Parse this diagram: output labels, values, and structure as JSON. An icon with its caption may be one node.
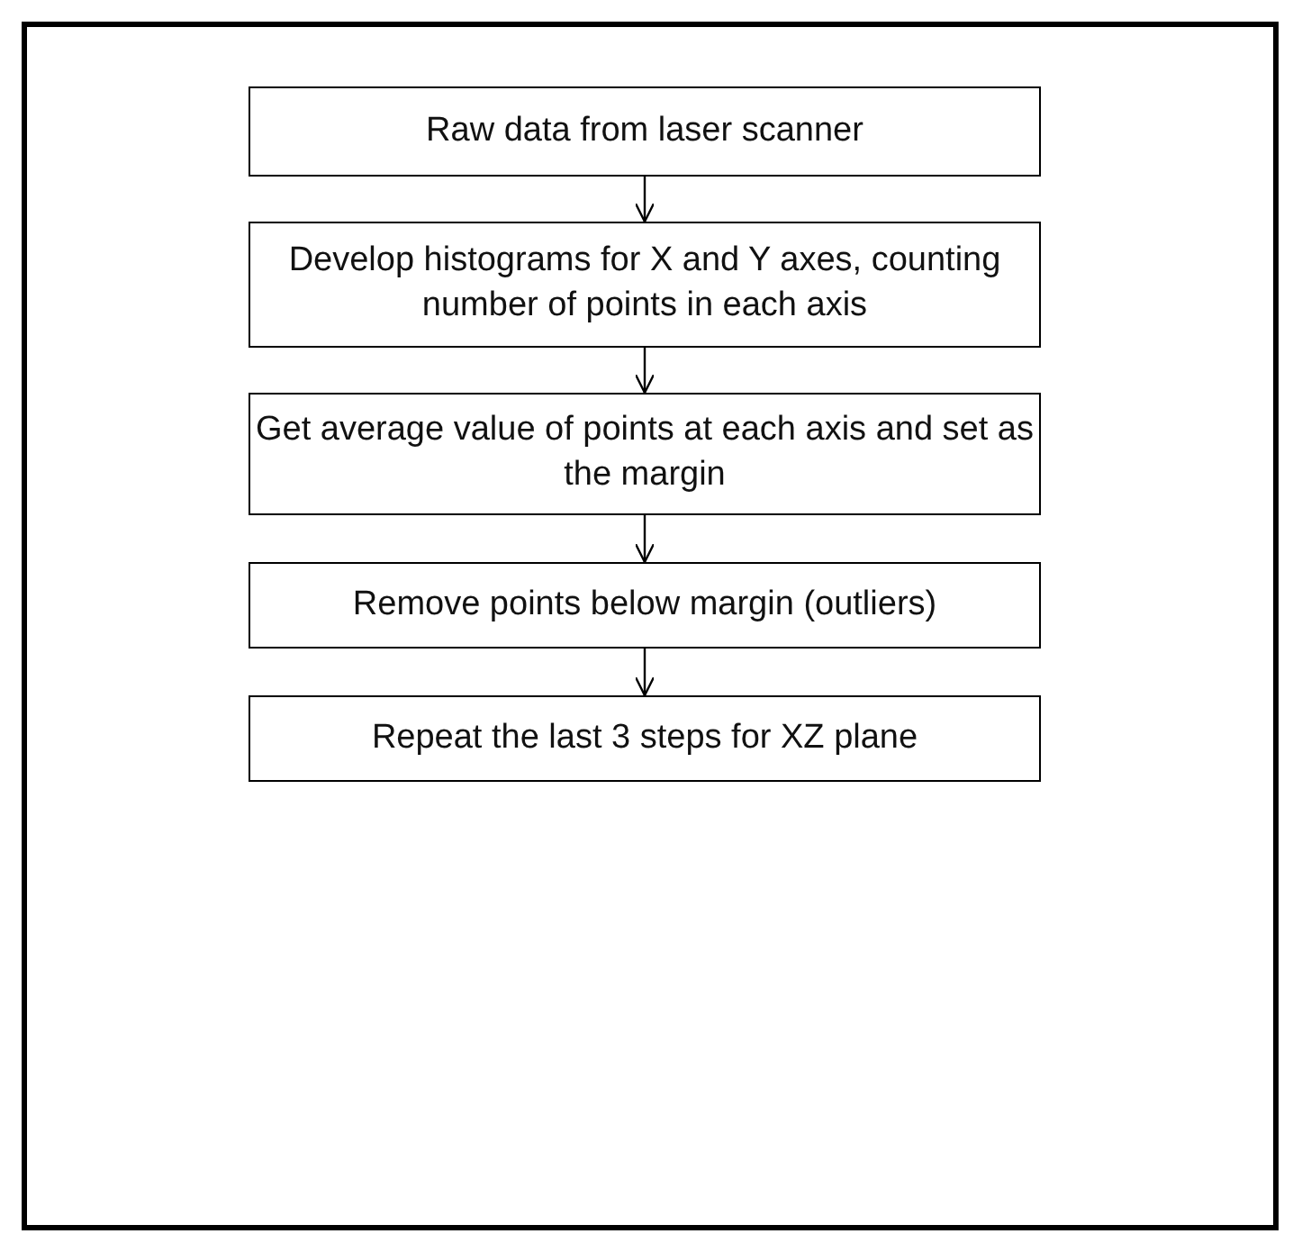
{
  "diagram": {
    "nodes": [
      {
        "text": [
          "Raw data from laser scanner"
        ]
      },
      {
        "text": [
          "Develop histograms for X and Y axes, counting number of points in each axis"
        ]
      },
      {
        "text": [
          "Get average value of points at each axis and set as the margin"
        ]
      },
      {
        "text": [
          "Remove points below margin (outliers)"
        ]
      },
      {
        "text": [
          "Repeat the last 3 steps for XZ plane"
        ]
      }
    ],
    "edges": [
      {
        "from": 0,
        "to": 1,
        "arrow": "to"
      },
      {
        "from": 1,
        "to": 2,
        "arrow": "to"
      },
      {
        "from": 2,
        "to": 3,
        "arrow": "to"
      },
      {
        "from": 3,
        "to": 4,
        "arrow": "to"
      }
    ]
  }
}
